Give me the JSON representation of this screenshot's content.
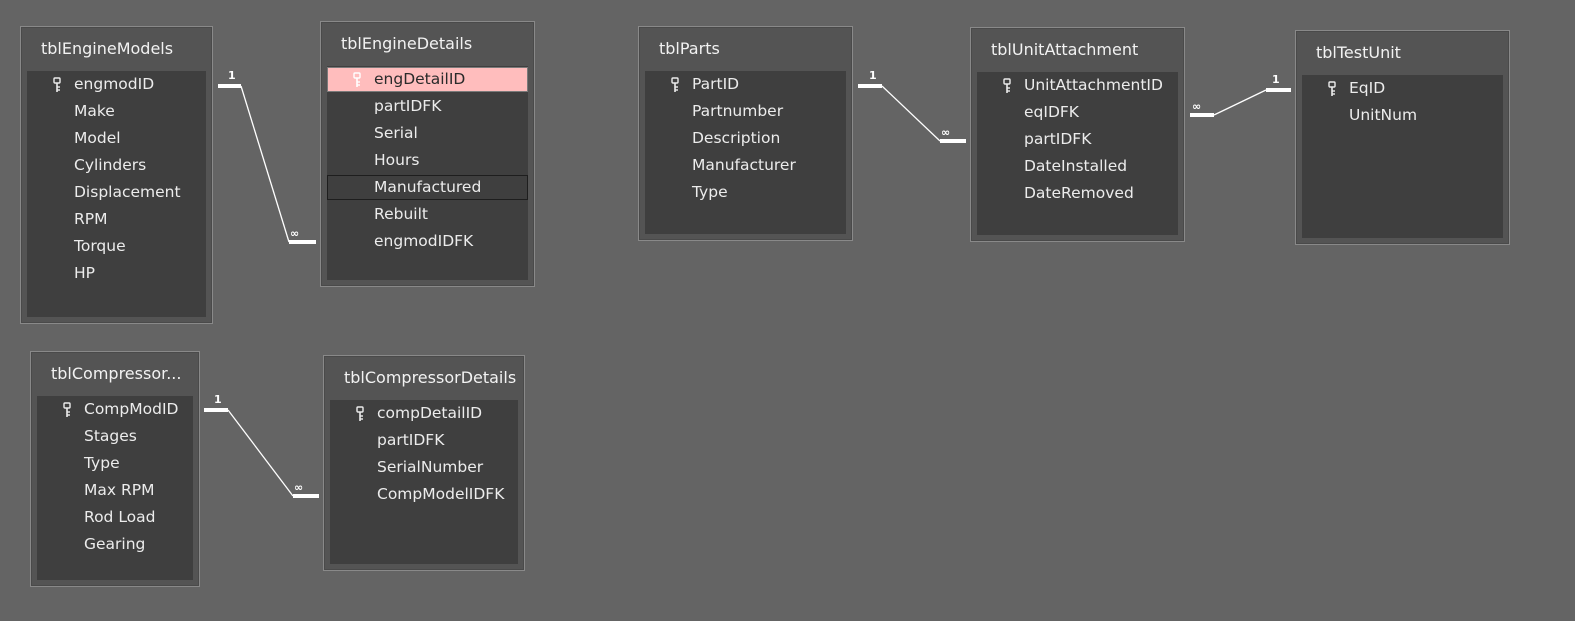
{
  "tables": {
    "engine_models": {
      "title": "tblEngineModels",
      "fields": [
        "engmodID",
        "Make",
        "Model",
        "Cylinders",
        "Displacement",
        "RPM",
        "Torque",
        "HP"
      ]
    },
    "engine_details": {
      "title": "tblEngineDetails",
      "fields": [
        "engDetailID",
        "partIDFK",
        "Serial",
        "Hours",
        "Manufactured",
        "Rebuilt",
        "engmodIDFK"
      ]
    },
    "parts": {
      "title": "tblParts",
      "fields": [
        "PartID",
        "Partnumber",
        "Description",
        "Manufacturer",
        "Type"
      ]
    },
    "unit_attachment": {
      "title": "tblUnitAttachment",
      "fields": [
        "UnitAttachmentID",
        "eqIDFK",
        "partIDFK",
        "DateInstalled",
        "DateRemoved"
      ]
    },
    "test_unit": {
      "title": "tblTestUnit",
      "fields": [
        "EqID",
        "UnitNum"
      ]
    },
    "compressor_models": {
      "title": "tblCompressor...",
      "fields": [
        "CompModID",
        "Stages",
        "Type",
        "Max RPM",
        "Rod Load",
        "Gearing"
      ]
    },
    "compressor_details": {
      "title": "tblCompressorDetails",
      "fields": [
        "compDetailID",
        "partIDFK",
        "SerialNumber",
        "CompModelIDFK"
      ]
    }
  },
  "relationships": {
    "one_label": "1",
    "many_label": "∞"
  },
  "colors": {
    "canvas": "#646464",
    "table_frame": "#545454",
    "table_body": "#3f3f3f",
    "selected_field": "#ffbdbd",
    "text": "#ececec",
    "line": "#ffffff"
  },
  "icons": {
    "primary_key": "key-icon"
  }
}
